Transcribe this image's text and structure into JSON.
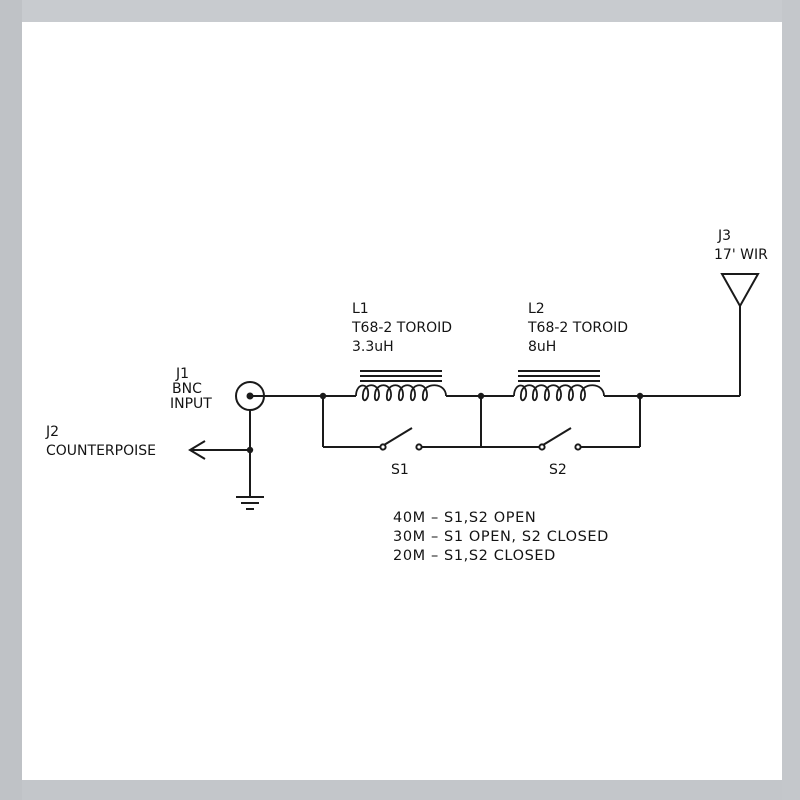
{
  "schematic": {
    "j1": {
      "ref": "J1",
      "line1": "BNC",
      "line2": "INPUT"
    },
    "j2": {
      "ref": "J2",
      "label": "COUNTERPOISE"
    },
    "j3": {
      "ref": "J3",
      "label": "17' WIR"
    },
    "l1": {
      "ref": "L1",
      "core": "T68-2 TOROID",
      "value": "3.3uH"
    },
    "l2": {
      "ref": "L2",
      "core": "T68-2 TOROID",
      "value": "8uH"
    },
    "s1": {
      "ref": "S1"
    },
    "s2": {
      "ref": "S2"
    },
    "band_table": [
      "40M  –  S1,S2 OPEN",
      "30M  –  S1 OPEN, S2 CLOSED",
      "20M  –  S1,S2 CLOSED"
    ]
  }
}
